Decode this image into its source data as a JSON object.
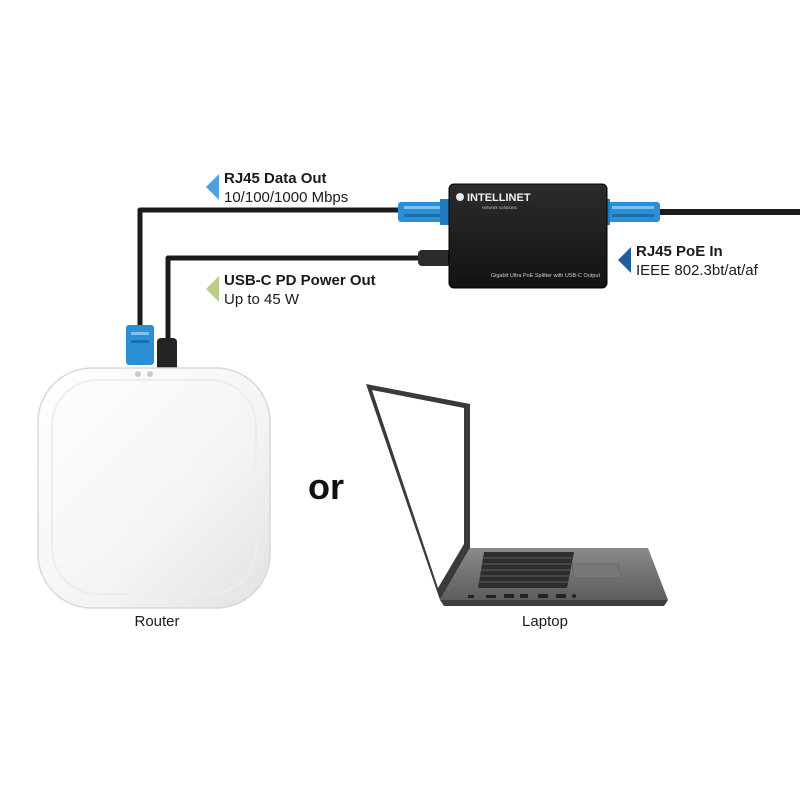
{
  "splitter": {
    "brand": "INTELLINET",
    "tagline": "network solutions",
    "product_text": "Gigabit Ultra PoE Splitter with USB-C Output"
  },
  "labels": {
    "data_out": {
      "title": "RJ45 Data Out",
      "subtitle": "10/100/1000 Mbps"
    },
    "power_out": {
      "title": "USB-C PD Power Out",
      "subtitle": "Up to 45 W"
    },
    "poe_in": {
      "title": "RJ45 PoE In",
      "subtitle": "IEEE 802.3bt/at/af"
    }
  },
  "devices": {
    "router": "Router",
    "laptop": "Laptop",
    "or": "or"
  },
  "colors": {
    "data_out_arrow": "#4aa3e0",
    "power_out_arrow": "#b9cc8a",
    "poe_in_arrow": "#1f5fa0",
    "rj45_blue": "#2b8fd6",
    "cable": "#1b1b1b"
  }
}
